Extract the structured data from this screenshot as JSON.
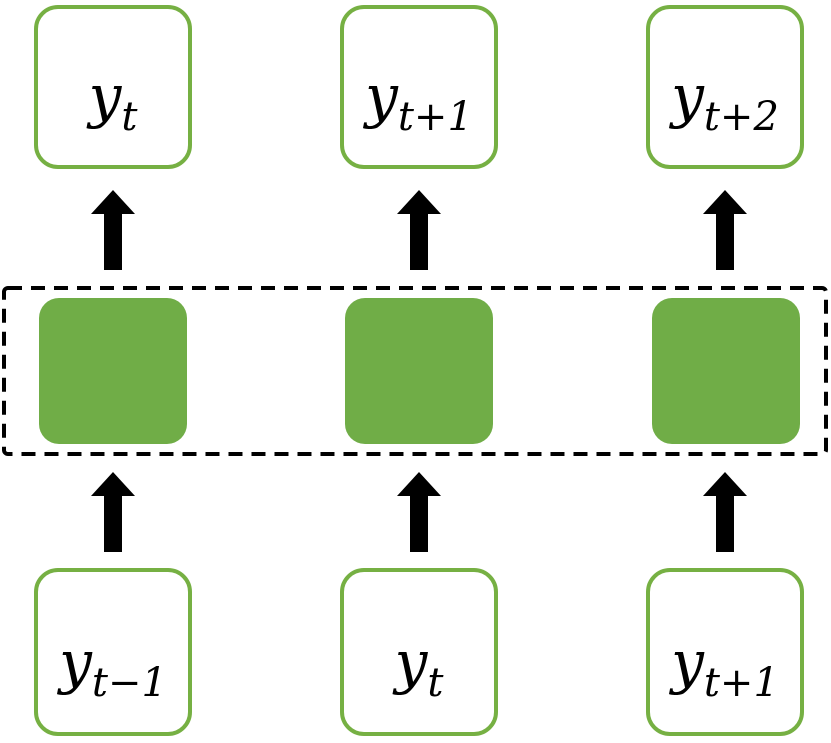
{
  "diagram": {
    "colors": {
      "box_stroke": "#76b043",
      "cell_fill": "#70ad47",
      "arrow": "#000000",
      "frame": "#000000"
    },
    "outputs": [
      {
        "var": "y",
        "sub": "t"
      },
      {
        "var": "y",
        "sub": "t+1"
      },
      {
        "var": "y",
        "sub": "t+2"
      }
    ],
    "inputs": [
      {
        "var": "y",
        "sub": "t−1"
      },
      {
        "var": "y",
        "sub": "t"
      },
      {
        "var": "y",
        "sub": "t+1"
      }
    ]
  }
}
